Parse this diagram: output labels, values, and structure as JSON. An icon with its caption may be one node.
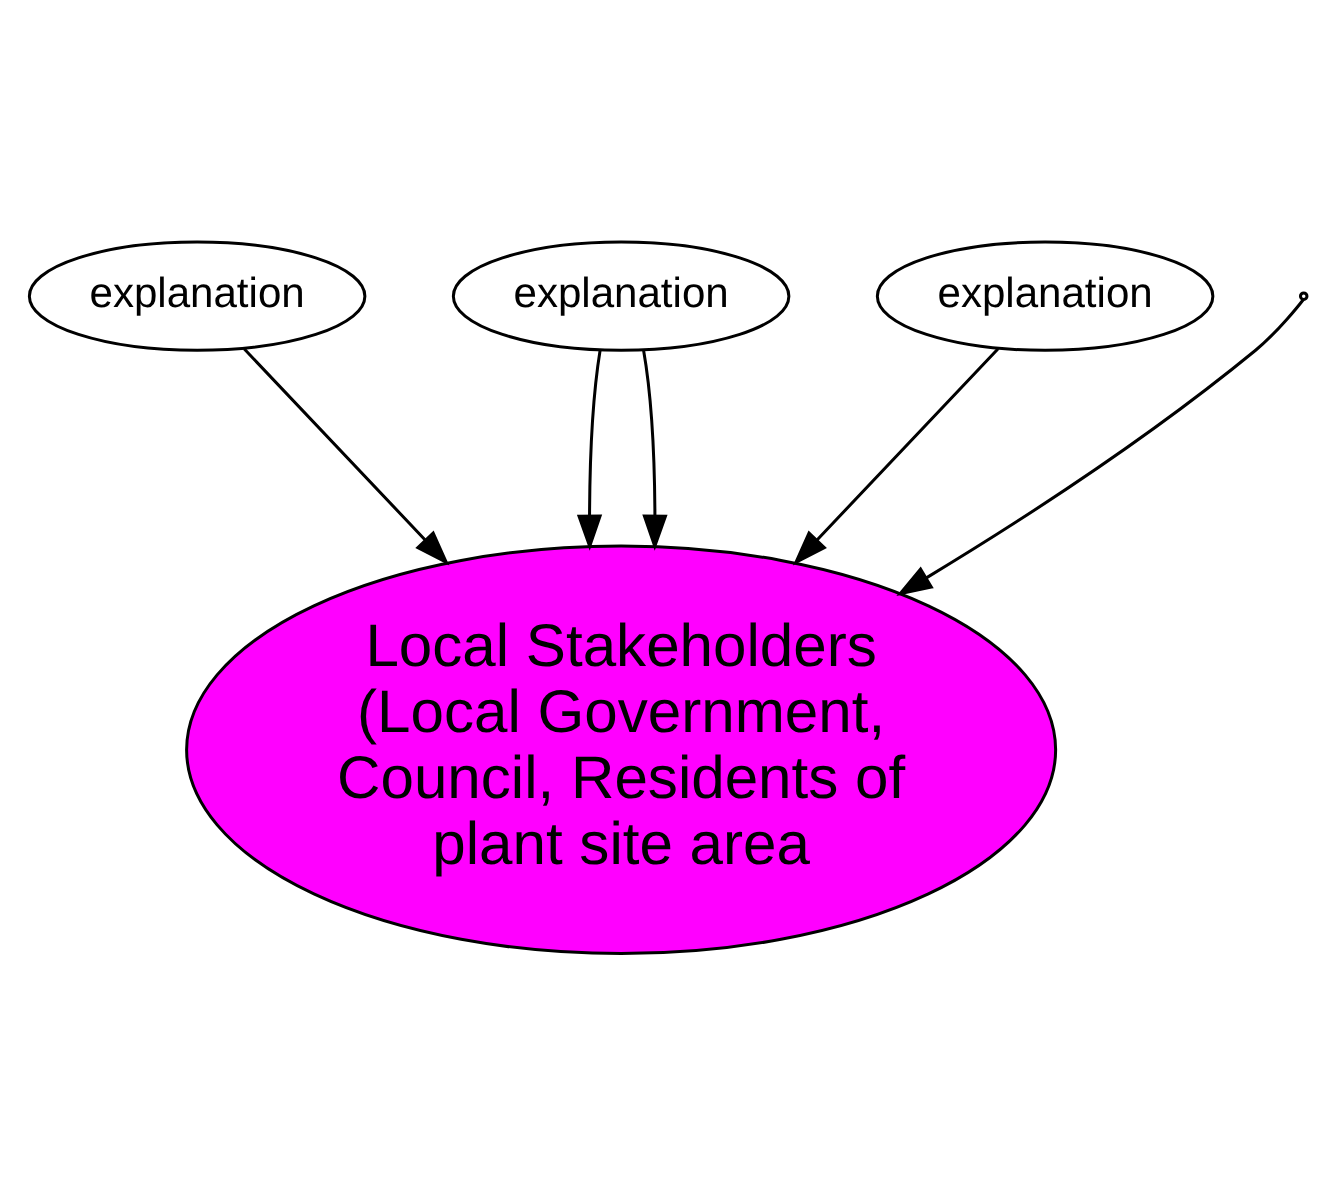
{
  "diagram": {
    "nodes": [
      {
        "text": [
          "Local Stakeholders",
          "(Local Government, Council, Residents of plant site area"
        ]
      },
      {
        "text": [
          "explanation"
        ]
      },
      {
        "text": [
          "explanation"
        ]
      },
      {
        "text": [
          "explanation"
        ]
      }
    ],
    "edges": [
      {
        "from": 1,
        "to": 0,
        "arrow": "to"
      },
      {
        "from": null,
        "to": 0,
        "arrow": "to"
      },
      {
        "from": 2,
        "to": 0,
        "arrow": "to"
      },
      {
        "from": 2,
        "to": 0,
        "arrow": "to"
      },
      {
        "from": 3,
        "to": 0,
        "arrow": "to"
      }
    ]
  }
}
